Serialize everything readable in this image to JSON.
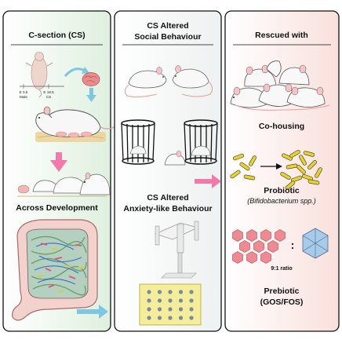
{
  "panels": [
    {
      "id": "cs",
      "header": "C-section (CS)",
      "labels": {
        "across": "Across Development"
      }
    },
    {
      "id": "altered",
      "header_lines": [
        "CS Altered",
        "Social Behaviour"
      ],
      "anxiety_lines": [
        "CS Altered",
        "Anxiety-like Behaviour"
      ]
    },
    {
      "id": "rescued",
      "header": "Rescued with",
      "cohousing": "Co-housing",
      "probiotic": "Probiotic",
      "probiotic_species": "(Bifidobacterium spp.)",
      "ratio": "9:1 ratio",
      "prebiotic_lines": [
        "Prebiotic",
        "(GOS/FOS)"
      ]
    }
  ],
  "timeline_labels": {
    "male": "Male",
    "e0": "E 0.5",
    "e19": "E 19.5",
    "cs": "CS"
  },
  "colors": {
    "panel1_bg": "#dff0df",
    "panel2_bg": "#eef1f1",
    "panel3_bg": "#f9e0dc",
    "pink_arrow": "#f27aaa",
    "blue_arrow": "#7fc6e2",
    "probiotic_bar": "#e8d12a",
    "gos_hexagon": "#f08a92",
    "fos_crystal": "#a7cbe8"
  }
}
